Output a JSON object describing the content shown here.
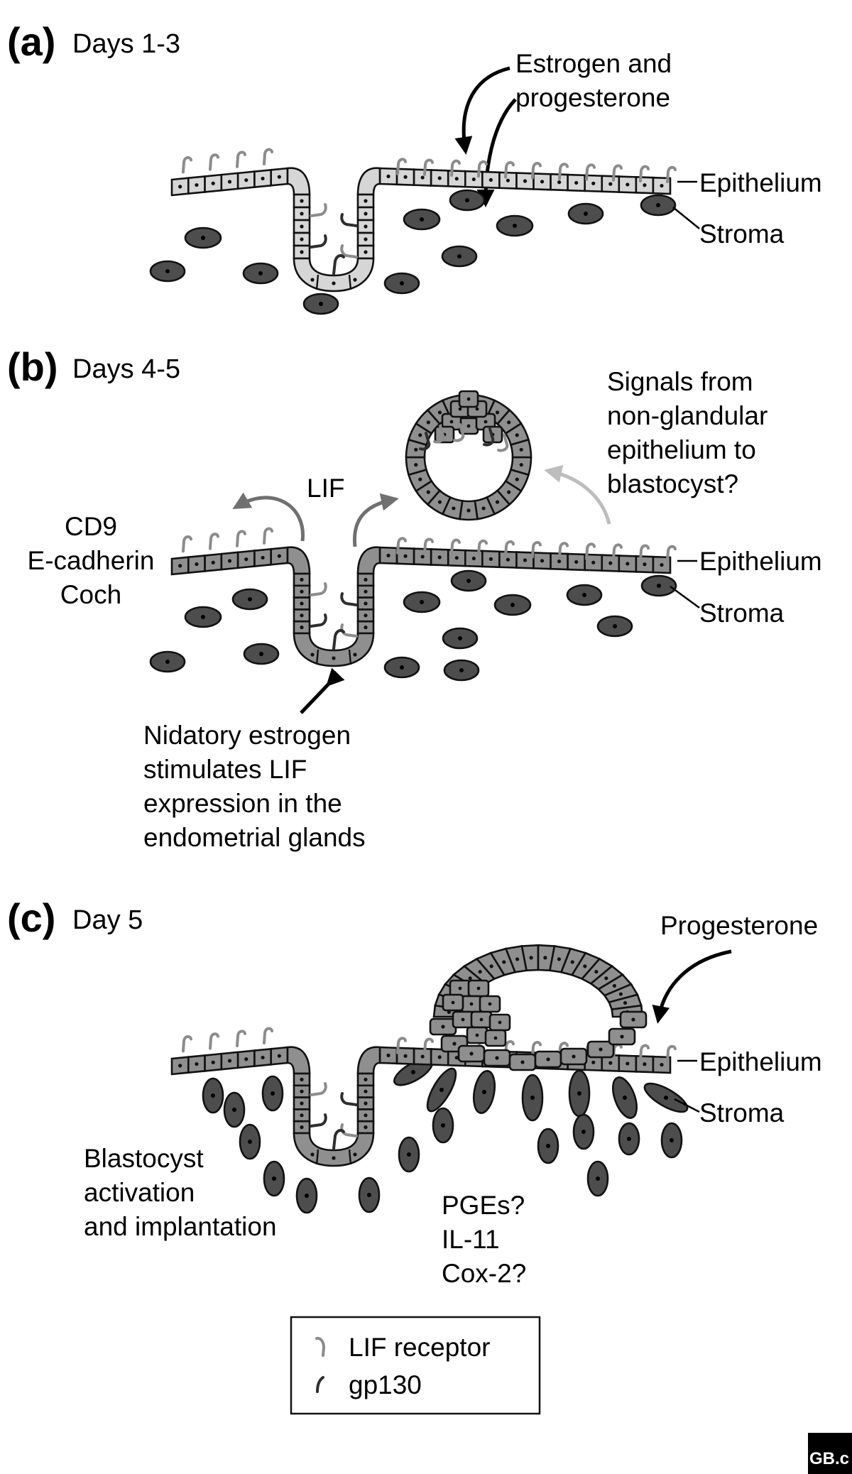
{
  "panel_a": {
    "letter": "(a)",
    "day": "Days 1-3",
    "hormone_line1": "Estrogen and",
    "hormone_line2": "progesterone",
    "epithelium": "Epithelium",
    "stroma": "Stroma"
  },
  "panel_b": {
    "letter": "(b)",
    "day": "Days 4-5",
    "lif": "LIF",
    "markers": [
      "CD9",
      "E-cadherin",
      "Coch"
    ],
    "signals": [
      "Signals from",
      "non-glandular",
      "epithelium to",
      "blastocyst?"
    ],
    "nidatory": [
      "Nidatory estrogen",
      "stimulates LIF",
      "expression in the",
      "endometrial glands"
    ],
    "epithelium": "Epithelium",
    "stroma": "Stroma"
  },
  "panel_c": {
    "letter": "(c)",
    "day": "Day 5",
    "hormone": "Progesterone",
    "blastocyst": [
      "Blastocyst",
      "activation",
      "and implantation"
    ],
    "factors": [
      "PGEs?",
      "IL-11",
      "Cox-2?"
    ],
    "epithelium": "Epithelium",
    "stroma": "Stroma"
  },
  "legend": {
    "lif_receptor": "LIF receptor",
    "gp130": "gp130"
  },
  "watermark": "GB.c",
  "colors": {
    "epithelium_a": "#d6d6d6",
    "epithelium_bc": "#8f8f8f",
    "stroma": "#4d4d4d",
    "lif_receptor": "#8c8c8c",
    "gp130": "#2e2e2e",
    "arrow_black": "#000000",
    "arrow_dark_gray": "#707070",
    "arrow_light_gray": "#bdbdbd"
  }
}
